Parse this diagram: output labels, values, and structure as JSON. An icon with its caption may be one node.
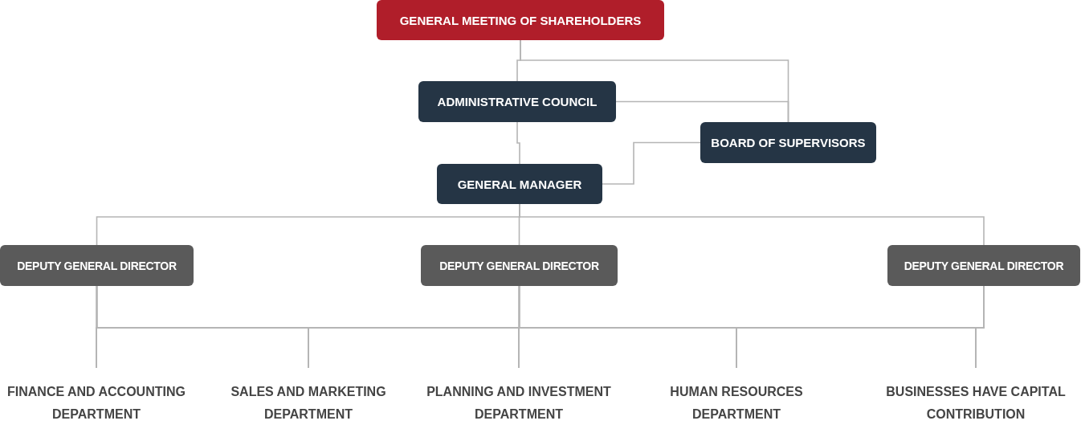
{
  "diagram": {
    "nodes": [
      {
        "text": [
          "GENERAL MEETING OF SHAREHOLDERS"
        ]
      },
      {
        "text": [
          "ADMINISTRATIVE COUNCIL"
        ]
      },
      {
        "text": [
          "BOARD OF SUPERVISORS"
        ]
      },
      {
        "text": [
          "GENERAL MANAGER"
        ]
      },
      {
        "text": [
          "DEPUTY GENERAL DIRECTOR"
        ]
      },
      {
        "text": [
          "DEPUTY GENERAL DIRECTOR"
        ]
      },
      {
        "text": [
          "DEPUTY GENERAL DIRECTOR"
        ]
      },
      {
        "text": [
          "FINANCE AND ACCOUNTING DEPARTMENT"
        ]
      },
      {
        "text": [
          "SALES AND MARKETING DEPARTMENT"
        ]
      },
      {
        "text": [
          "PLANNING AND INVESTMENT DEPARTMENT"
        ]
      },
      {
        "text": [
          "HUMAN RESOURCES DEPARTMENT"
        ]
      },
      {
        "text": [
          "BUSINESSES HAVE CAPITAL CONTRIBUTION"
        ]
      }
    ],
    "edges": [
      {
        "from": 0,
        "to": 1,
        "arrow": "none"
      },
      {
        "from": 1,
        "to": 3,
        "arrow": "none"
      },
      {
        "from": 0,
        "to": 2,
        "arrow": "none"
      },
      {
        "from": 1,
        "to": 2,
        "arrow": "none"
      },
      {
        "from": 3,
        "to": 2,
        "arrow": "none"
      },
      {
        "from": 3,
        "to": 4,
        "arrow": "none"
      },
      {
        "from": 3,
        "to": 5,
        "arrow": "none"
      },
      {
        "from": 3,
        "to": 6,
        "arrow": "none"
      },
      {
        "from": 4,
        "to": 7,
        "arrow": "none"
      },
      {
        "from": 4,
        "to": 8,
        "arrow": "none"
      },
      {
        "from": 4,
        "to": 9,
        "arrow": "none"
      },
      {
        "from": 4,
        "to": 10,
        "arrow": "none"
      },
      {
        "from": 4,
        "to": 11,
        "arrow": "none"
      },
      {
        "from": 5,
        "to": 7,
        "arrow": "none"
      },
      {
        "from": 5,
        "to": 8,
        "arrow": "none"
      },
      {
        "from": 5,
        "to": 9,
        "arrow": "none"
      },
      {
        "from": 5,
        "to": 10,
        "arrow": "none"
      },
      {
        "from": 5,
        "to": 11,
        "arrow": "none"
      },
      {
        "from": 6,
        "to": 7,
        "arrow": "none"
      },
      {
        "from": 6,
        "to": 8,
        "arrow": "none"
      },
      {
        "from": 6,
        "to": 9,
        "arrow": "none"
      },
      {
        "from": 6,
        "to": 10,
        "arrow": "none"
      },
      {
        "from": 6,
        "to": 11,
        "arrow": "none"
      }
    ]
  }
}
